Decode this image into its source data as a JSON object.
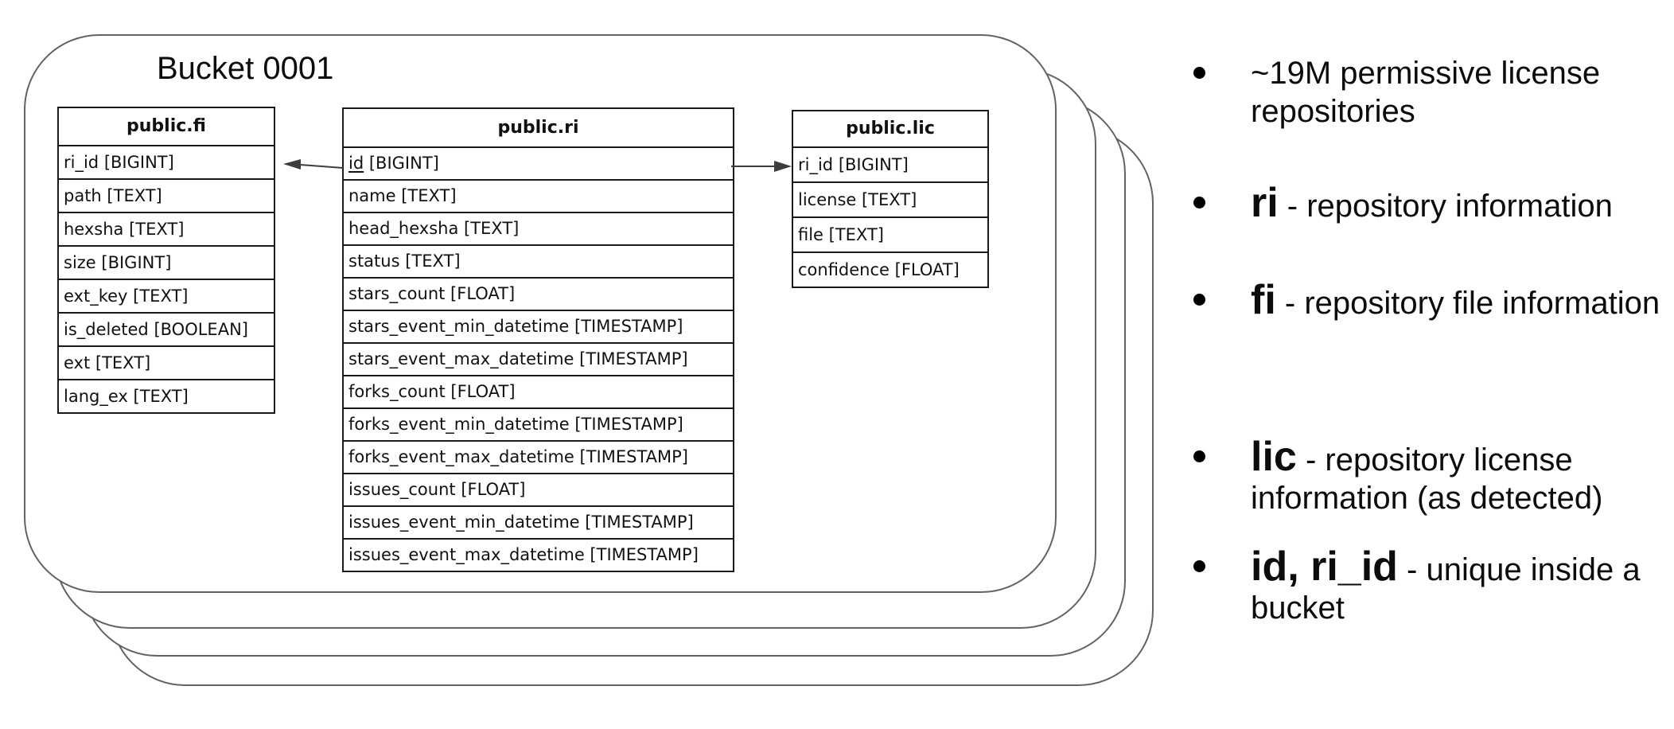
{
  "bucket": {
    "label": "Bucket 0001",
    "stack_count": 4
  },
  "tables": [
    {
      "name": "public.fi",
      "fields": [
        {
          "name": "ri_id",
          "type": "BIGINT",
          "pk": false
        },
        {
          "name": "path",
          "type": "TEXT",
          "pk": false
        },
        {
          "name": "hexsha",
          "type": "TEXT",
          "pk": false
        },
        {
          "name": "size",
          "type": "BIGINT",
          "pk": false
        },
        {
          "name": "ext_key",
          "type": "TEXT",
          "pk": false
        },
        {
          "name": "is_deleted",
          "type": "BOOLEAN",
          "pk": false
        },
        {
          "name": "ext",
          "type": "TEXT",
          "pk": false
        },
        {
          "name": "lang_ex",
          "type": "TEXT",
          "pk": false
        }
      ]
    },
    {
      "name": "public.ri",
      "fields": [
        {
          "name": "id",
          "type": "BIGINT",
          "pk": true
        },
        {
          "name": "name",
          "type": "TEXT",
          "pk": false
        },
        {
          "name": "head_hexsha",
          "type": "TEXT",
          "pk": false
        },
        {
          "name": "status",
          "type": "TEXT",
          "pk": false
        },
        {
          "name": "stars_count",
          "type": "FLOAT",
          "pk": false
        },
        {
          "name": "stars_event_min_datetime",
          "type": "TIMESTAMP",
          "pk": false
        },
        {
          "name": "stars_event_max_datetime",
          "type": "TIMESTAMP",
          "pk": false
        },
        {
          "name": "forks_count",
          "type": "FLOAT",
          "pk": false
        },
        {
          "name": "forks_event_min_datetime",
          "type": "TIMESTAMP",
          "pk": false
        },
        {
          "name": "forks_event_max_datetime",
          "type": "TIMESTAMP",
          "pk": false
        },
        {
          "name": "issues_count",
          "type": "FLOAT",
          "pk": false
        },
        {
          "name": "issues_event_min_datetime",
          "type": "TIMESTAMP",
          "pk": false
        },
        {
          "name": "issues_event_max_datetime",
          "type": "TIMESTAMP",
          "pk": false
        }
      ]
    },
    {
      "name": "public.lic",
      "fields": [
        {
          "name": "ri_id",
          "type": "BIGINT",
          "pk": false
        },
        {
          "name": "license",
          "type": "TEXT",
          "pk": false
        },
        {
          "name": "file",
          "type": "TEXT",
          "pk": false
        },
        {
          "name": "confidence",
          "type": "FLOAT",
          "pk": false
        }
      ]
    }
  ],
  "relations": [
    {
      "from": "public.ri.id",
      "to": "public.fi.ri_id",
      "icon": "arrow-left"
    },
    {
      "from": "public.ri.id",
      "to": "public.lic.ri_id",
      "icon": "arrow-right"
    }
  ],
  "bullets": [
    {
      "bold": "",
      "text": "~19M permissive license repositories"
    },
    {
      "bold": "ri",
      "text": " - repository information"
    },
    {
      "bold": "fi",
      "text": " - repository file information"
    },
    {
      "bold": "lic",
      "text": " - repository license information (as detected)"
    },
    {
      "bold": "id, ri_id",
      "text": " - unique inside a bucket"
    }
  ],
  "icons": {
    "bullet_dot": "●",
    "relation_arrow_left": "←",
    "relation_arrow_right": "→"
  },
  "colors": {
    "background": "#ffffff",
    "card_border": "#636363",
    "table_border": "#1a1a1a",
    "arrow": "#3c3c3c",
    "text": "#000000"
  }
}
